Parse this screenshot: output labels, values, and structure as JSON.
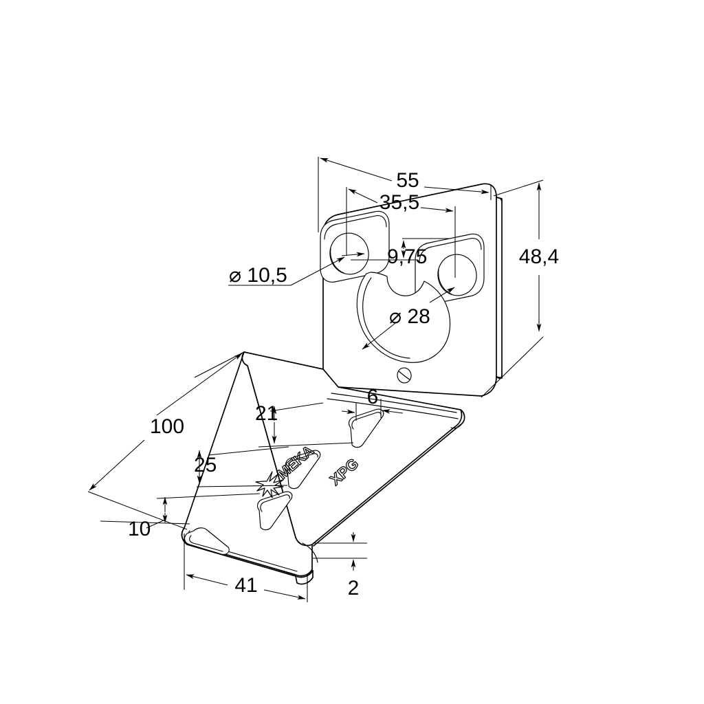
{
  "drawing": {
    "title": "MEKA XPG Bracket — Isometric Dimensioned Drawing",
    "units": "mm",
    "decimal_separator": ",",
    "line_color": "#000000",
    "background_color": "#ffffff",
    "diameter_symbol": "⌀"
  },
  "part": {
    "brand_text": "MEKA",
    "model_text": "XPG",
    "logo_name": "meka-star-logo",
    "description": "L-shaped sheet metal mounting bracket with keyhole cutout and three slots"
  },
  "dimensions": {
    "vertical_plate": [
      {
        "id": "width-overall",
        "label": "55",
        "value": 55,
        "feature": "vertical plate overall width"
      },
      {
        "id": "hole-spacing",
        "label": "35,5",
        "value": 35.5,
        "feature": "centre distance between the two ⌀10,5 holes"
      },
      {
        "id": "height-overall",
        "label": "48,4",
        "value": 48.4,
        "feature": "vertical plate overall height"
      },
      {
        "id": "hole-offset",
        "label": "9,75",
        "value": 9.75,
        "feature": "vertical offset between hole centres"
      },
      {
        "id": "mounting-hole-dia",
        "label": "⌀ 10,5",
        "value": 10.5,
        "feature": "mounting hole diameter"
      },
      {
        "id": "keyhole-dia",
        "label": "⌀ 28",
        "value": 28,
        "feature": "central keyhole circle diameter"
      }
    ],
    "horizontal_plate": [
      {
        "id": "length-overall",
        "label": "100",
        "value": 100,
        "feature": "horizontal plate overall length"
      },
      {
        "id": "slot-offset-21",
        "label": "21",
        "value": 21,
        "feature": "offset to upper slot"
      },
      {
        "id": "slot-offset-25",
        "label": "25",
        "value": 25,
        "feature": "offset to middle slot"
      },
      {
        "id": "edge-offset-10",
        "label": "10",
        "value": 10,
        "feature": "edge offset"
      },
      {
        "id": "slot-width-6",
        "label": "6",
        "value": 6,
        "feature": "slot width"
      },
      {
        "id": "width-41",
        "label": "41",
        "value": 41,
        "feature": "front face width"
      },
      {
        "id": "thickness-2",
        "label": "2",
        "value": 2,
        "feature": "material thickness"
      }
    ]
  },
  "labels": {
    "d55": "55",
    "d355": "35,5",
    "d484": "48,4",
    "d975": "9,75",
    "d105": "⌀ 10,5",
    "d28": "⌀ 28",
    "d100": "100",
    "d21": "21",
    "d25": "25",
    "d10": "10",
    "d6": "6",
    "d41": "41",
    "d2": "2",
    "brand": "MEKA",
    "model": "XPG"
  }
}
